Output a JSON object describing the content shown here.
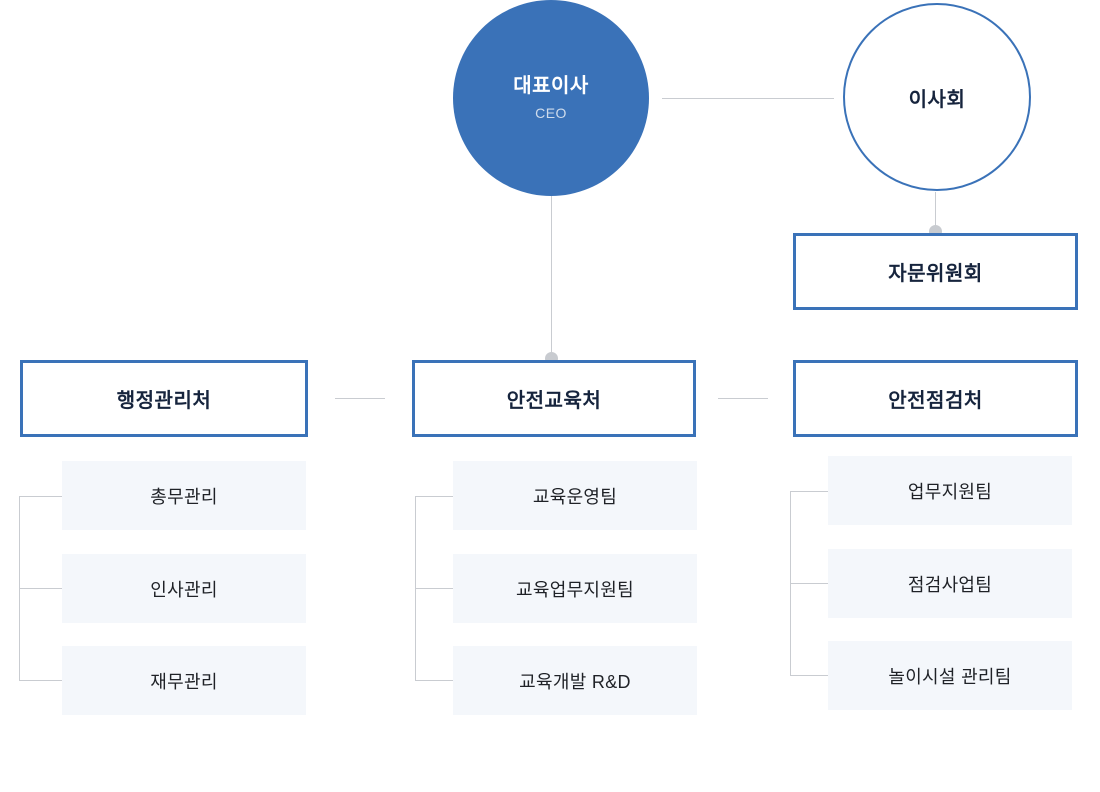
{
  "chart_title": "",
  "colors": {
    "primary_blue": "#3a72b8",
    "dark_navy": "#16243d",
    "chip_bg": "#f4f7fb",
    "connector_gray": "#c9ccd1",
    "dot_gray": "#c8cbd0",
    "white": "#ffffff",
    "ceo_subtitle": "#cfdcec"
  },
  "nodes": {
    "ceo": {
      "title": "대표이사",
      "subtitle": "CEO",
      "shape": "circle",
      "style": "filled"
    },
    "board": {
      "title": "이사회",
      "shape": "circle",
      "style": "outlined"
    },
    "advisory": {
      "title": "자문위원회",
      "shape": "rect",
      "style": "outlined"
    }
  },
  "departments": [
    {
      "title": "행정관리처",
      "teams": [
        {
          "label": "총무관리"
        },
        {
          "label": "인사관리"
        },
        {
          "label": "재무관리"
        }
      ]
    },
    {
      "title": "안전교육처",
      "teams": [
        {
          "label": "교육운영팀"
        },
        {
          "label": "교육업무지원팀"
        },
        {
          "label": "교육개발 R&D"
        }
      ]
    },
    {
      "title": "안전점검처",
      "teams": [
        {
          "label": "업무지원팀"
        },
        {
          "label": "점검사업팀"
        },
        {
          "label": "놀이시설 관리팀"
        }
      ]
    }
  ],
  "connectors": [
    {
      "name": "ceo-to-board",
      "type": "horizontal"
    },
    {
      "name": "ceo-to-safety-education",
      "type": "vertical"
    },
    {
      "name": "board-to-advisory",
      "type": "vertical"
    },
    {
      "name": "admin-to-safety-education",
      "type": "horizontal"
    },
    {
      "name": "safety-education-to-safety-inspection",
      "type": "horizontal"
    }
  ]
}
